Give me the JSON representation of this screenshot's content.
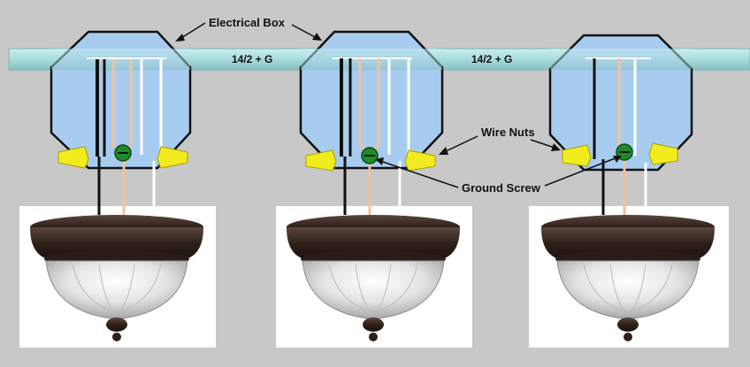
{
  "labels": {
    "electrical_box": "Electrical Box",
    "wire_nuts": "Wire Nuts",
    "ground_screw": "Ground Screw",
    "cable_1": "14/2 + G",
    "cable_2": "14/2 + G"
  },
  "colors": {
    "background": "#c8c8c8",
    "cable": "#a8dcdc",
    "box_fill": "#a8ccf0",
    "hot_wire": "#111111",
    "neutral_wire": "#ffffff",
    "ground_wire": "#f2c29a",
    "wire_nut": "#f2ec1e",
    "ground_screw": "#1f8a2a",
    "fixture_body": "#3a2a24"
  },
  "icons": {
    "fixture": "ceiling-light-fixture",
    "wire_nut": "wire-nut-icon",
    "ground_screw": "ground-screw-icon"
  }
}
